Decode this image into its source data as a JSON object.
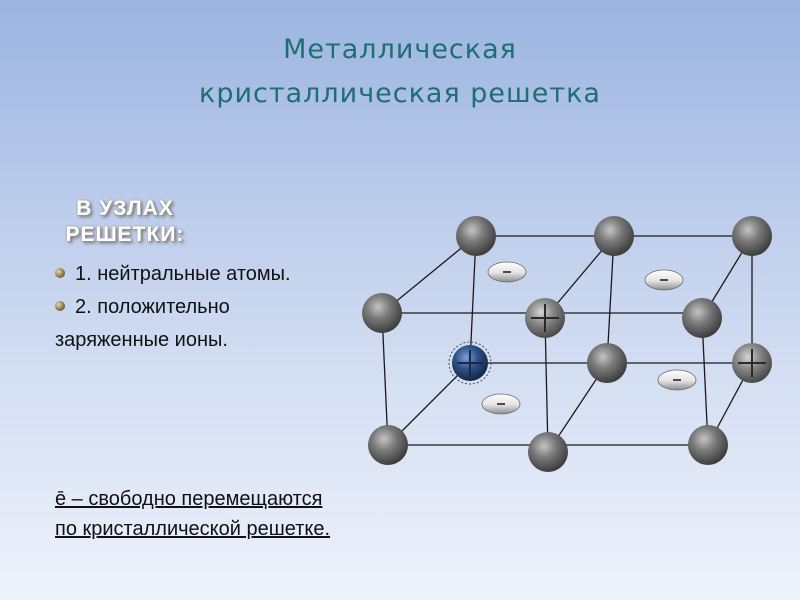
{
  "title": {
    "line1": "Металлическая",
    "line2": "кристаллическая решетка"
  },
  "nodes_label": {
    "line1": "В УЗЛАХ",
    "line2": "РЕШЕТКИ:"
  },
  "list": [
    {
      "text": "1. нейтральные атомы."
    },
    {
      "text": "2. положительно"
    }
  ],
  "list_continuation": "заряженные ионы.",
  "note": {
    "line1": "ē – свободно перемещаются",
    "line2": "по кристаллической решетке."
  },
  "diagram": {
    "atom_color": "#6e6e6e",
    "ion_marker": "+",
    "electron_marker": "-",
    "highlight_ion_color": "#2d4f86"
  }
}
